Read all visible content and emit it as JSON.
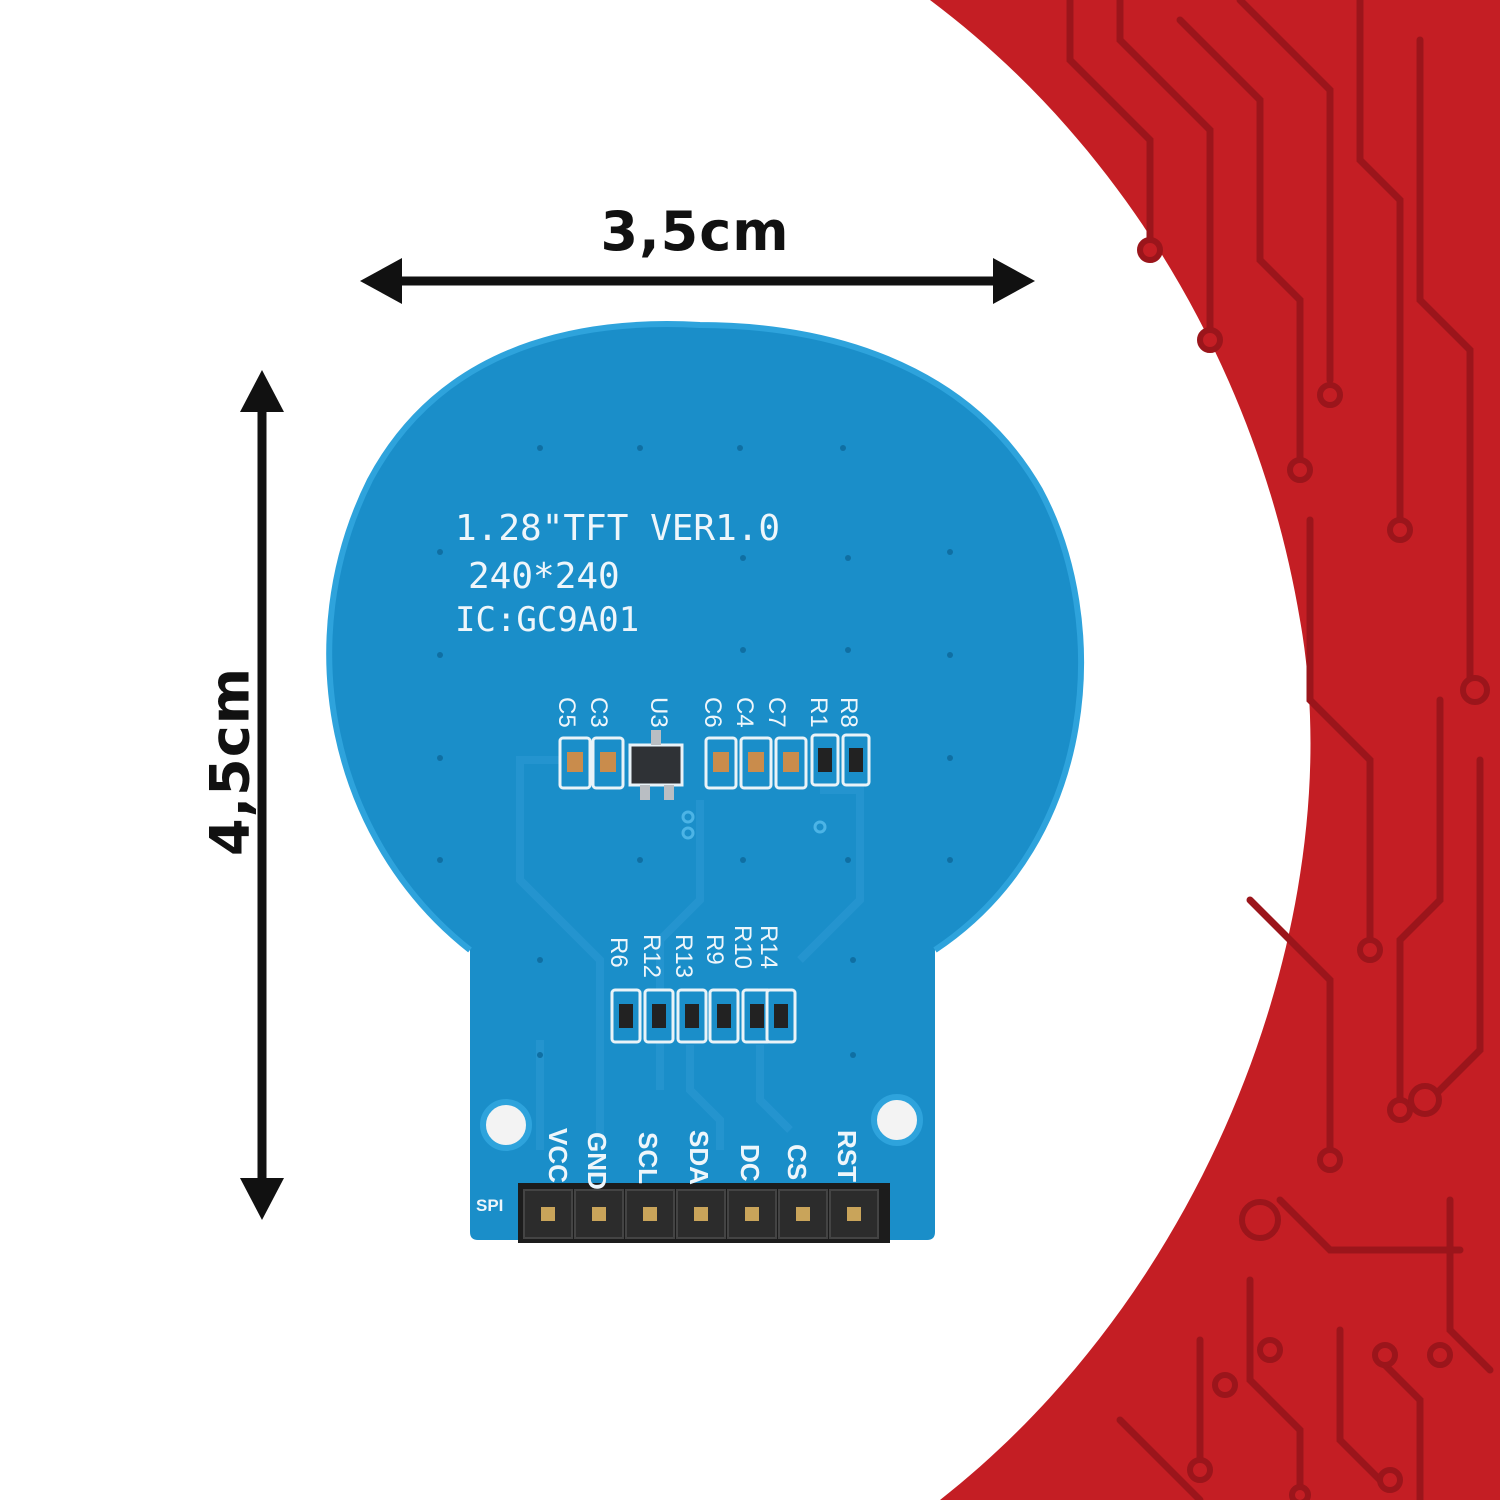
{
  "dimensions": {
    "width_label": "3,5cm",
    "height_label": "4,5cm"
  },
  "board": {
    "silkscreen_title": "1.28\"TFT VER1.0",
    "silkscreen_resolution": "240*240",
    "silkscreen_ic": "IC:GC9A01",
    "connector_label": "SPI",
    "pins": [
      "VCC",
      "GND",
      "SCL",
      "SDA",
      "DC",
      "CS",
      "RST"
    ],
    "top_components": [
      "C5",
      "C3",
      "U3",
      "C6",
      "C4",
      "C7",
      "R1",
      "R8"
    ],
    "bottom_components": [
      "R6",
      "R12",
      "R13",
      "R9",
      "R10",
      "R14"
    ]
  },
  "colors": {
    "background_accent": "#c41e24",
    "trace_dark": "#9b151b",
    "pcb_blue": "#1a8ec9",
    "pcb_blue_light": "#2ea3dc"
  }
}
